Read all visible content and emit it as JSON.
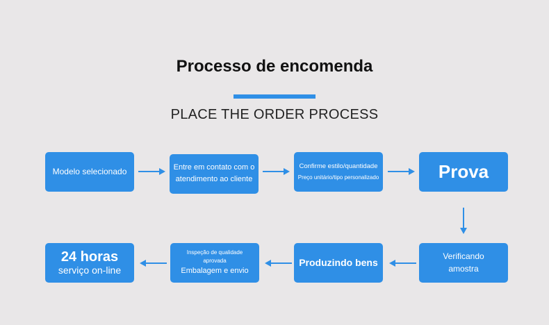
{
  "header": {
    "title": "Processo de encomenda",
    "subtitle": "PLACE THE ORDER PROCESS"
  },
  "steps": {
    "s1": {
      "label": "Modelo selecionado"
    },
    "s2": {
      "line1": "Entre em contato com o",
      "line2": "atendimento ao cliente"
    },
    "s3": {
      "line1": "Confirme estilo/quantidade",
      "line2": "Preço unitário/tipo personalizado"
    },
    "s4": {
      "label": "Prova"
    },
    "s5": {
      "line1": "Verificando",
      "line2": "amostra"
    },
    "s6": {
      "label": "Produzindo bens"
    },
    "s7": {
      "line1": "Inspeção de qualidade",
      "line2": "aprovada",
      "line3": "Embalagem e envio"
    },
    "s8": {
      "line1": "24 horas",
      "line2": "serviço on-line"
    }
  },
  "colors": {
    "accent": "#2f8fe6",
    "background": "#e9e7e8",
    "text_dark": "#111111"
  }
}
